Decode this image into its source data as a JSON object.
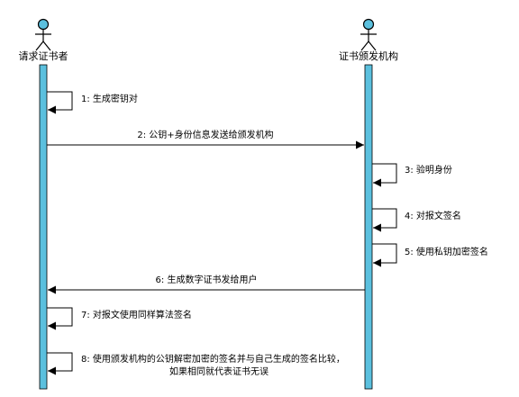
{
  "actors": {
    "requester": {
      "label": "请求证书者"
    },
    "ca": {
      "label": "证书颁发机构"
    }
  },
  "messages": [
    {
      "id": "m1",
      "label": "1: 生成密钥对",
      "from": "requester",
      "to": "requester"
    },
    {
      "id": "m2",
      "label": "2: 公钥+身份信息发送给颁发机构",
      "from": "requester",
      "to": "ca"
    },
    {
      "id": "m3",
      "label": "3: 验明身份",
      "from": "ca",
      "to": "ca"
    },
    {
      "id": "m4",
      "label": "4: 对报文签名",
      "from": "ca",
      "to": "ca"
    },
    {
      "id": "m5",
      "label": "5: 使用私钥加密签名",
      "from": "ca",
      "to": "ca"
    },
    {
      "id": "m6",
      "label": "6: 生成数字证书发给用户",
      "from": "ca",
      "to": "requester"
    },
    {
      "id": "m7",
      "label": "7: 对报文使用同样算法签名",
      "from": "requester",
      "to": "requester"
    },
    {
      "id": "m8",
      "label_lines": [
        "8: 使用颁发机构的公钥解密加密的签名并与自己生成的签名比较，",
        "如果相同就代表证书无误"
      ],
      "from": "requester",
      "to": "requester"
    }
  ],
  "colors": {
    "lifeline": "#5bc0de",
    "actor_head": "#5bc0de",
    "stroke": "#000000"
  }
}
